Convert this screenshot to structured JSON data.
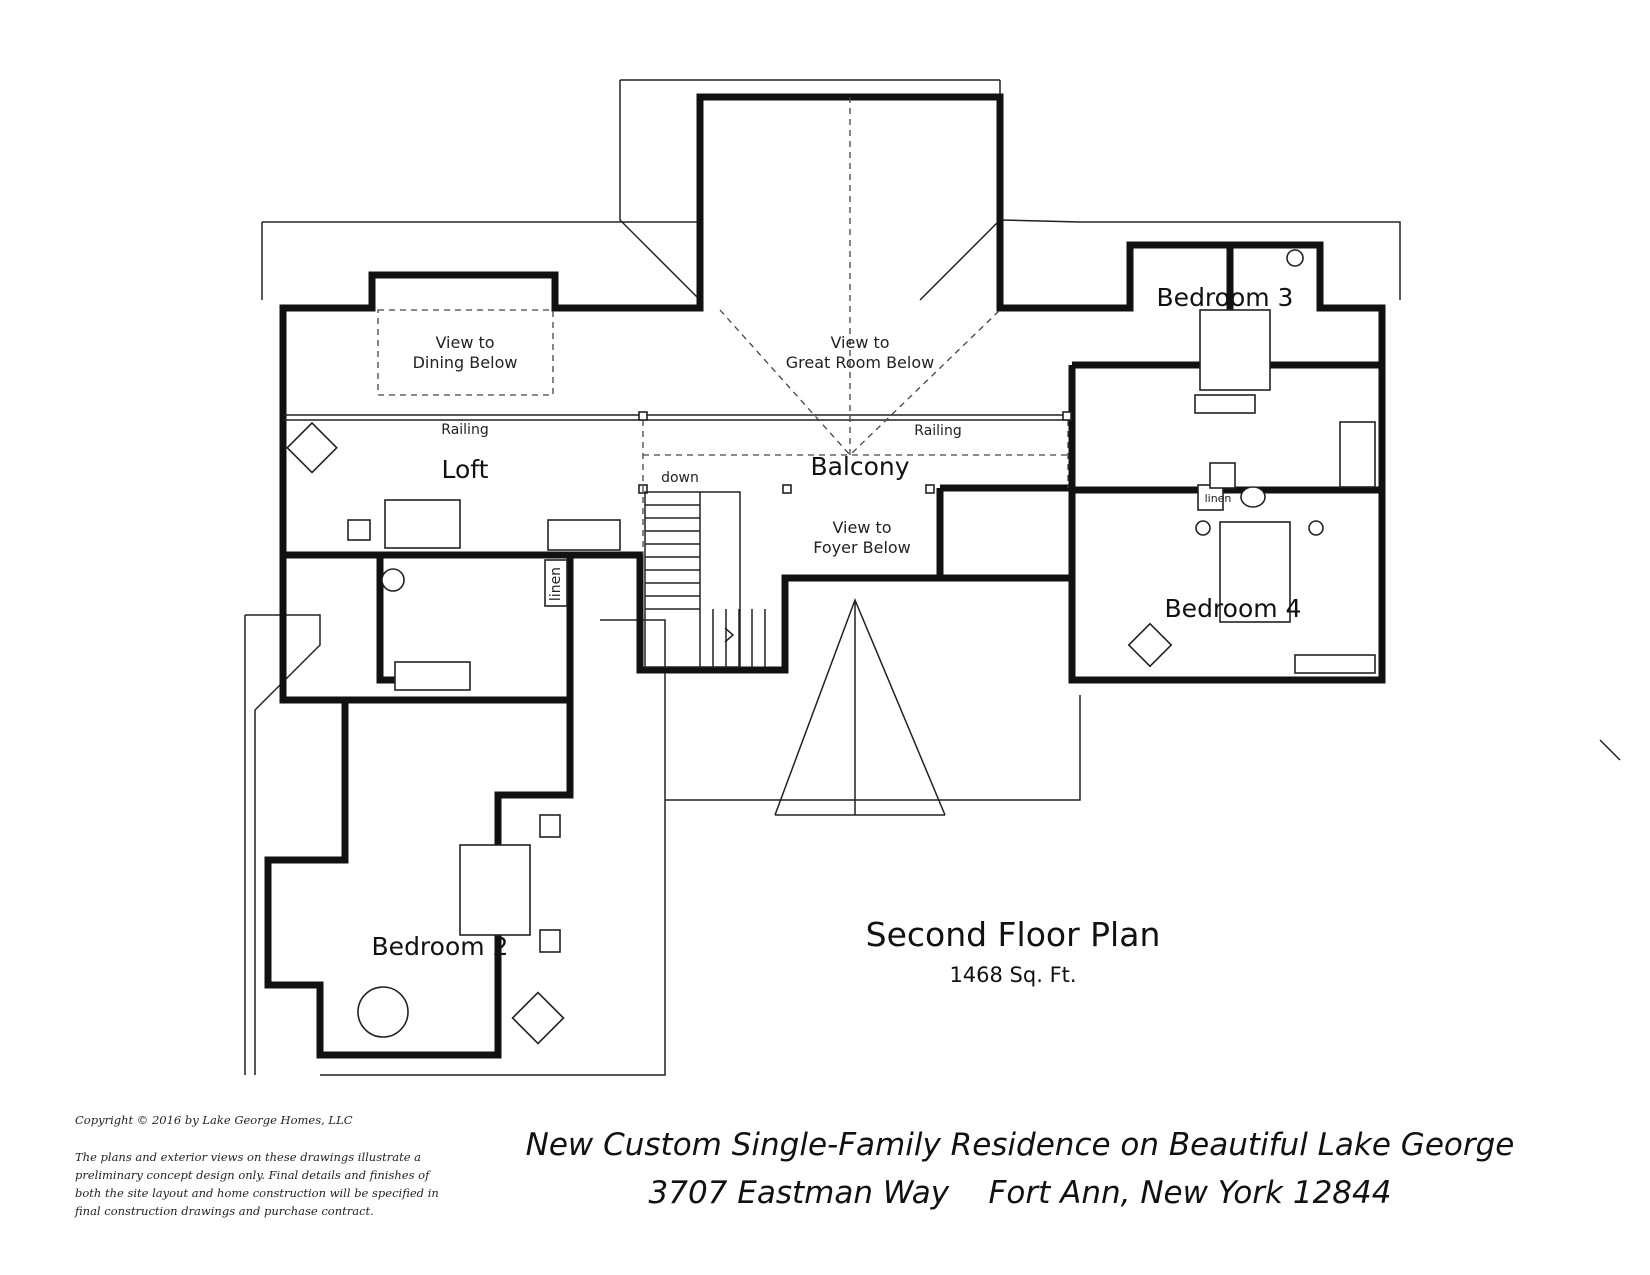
{
  "plan": {
    "title": "Second Floor Plan",
    "area": "1468 Sq. Ft.",
    "rooms": {
      "loft": "Loft",
      "balcony": "Balcony",
      "bedroom2": "Bedroom 2",
      "bedroom3": "Bedroom 3",
      "bedroom4": "Bedroom 4"
    },
    "notes": {
      "dining_line1": "View to",
      "dining_line2": "Dining Below",
      "great_line1": "View to",
      "great_line2": "Great Room Below",
      "foyer_line1": "View to",
      "foyer_line2": "Foyer Below",
      "railing_left": "Railing",
      "railing_right": "Railing",
      "down": "down",
      "linen_left": "linen",
      "linen_right": "linen"
    }
  },
  "footer": {
    "copyright": "Copyright © 2016 by Lake George Homes, LLC",
    "disclaimer": "The plans and exterior views on these drawings illustrate a preliminary concept design only. Final details and finishes of both the site layout and home construction will be specified in final construction drawings and purchase contract.",
    "project_title": "New Custom Single-Family Residence on Beautiful Lake George",
    "address": "3707 Eastman Way    Fort Ann, New York 12844"
  }
}
